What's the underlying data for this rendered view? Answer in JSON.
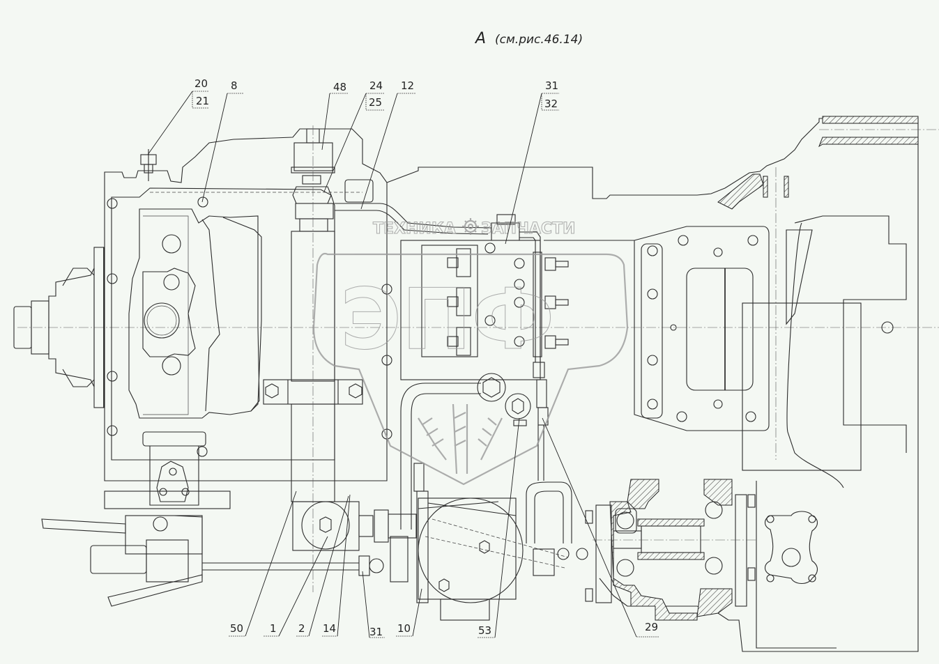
{
  "drawing": {
    "view_title": "А",
    "view_reference": "(см.рис.46.14)",
    "watermark": {
      "letters": "ЭПФ",
      "text_left": "ТЕХНИКА",
      "text_right": "ЗАПЧАСТИ",
      "icon": "gear-icon"
    },
    "callouts": [
      {
        "id": "c20",
        "number": "20"
      },
      {
        "id": "c21",
        "number": "21"
      },
      {
        "id": "c8",
        "number": "8"
      },
      {
        "id": "c48",
        "number": "48"
      },
      {
        "id": "c24",
        "number": "24"
      },
      {
        "id": "c25",
        "number": "25"
      },
      {
        "id": "c12",
        "number": "12"
      },
      {
        "id": "c31top",
        "number": "31"
      },
      {
        "id": "c32",
        "number": "32"
      },
      {
        "id": "c50",
        "number": "50"
      },
      {
        "id": "c1",
        "number": "1"
      },
      {
        "id": "c2",
        "number": "2"
      },
      {
        "id": "c14",
        "number": "14"
      },
      {
        "id": "c31bottom",
        "number": "31"
      },
      {
        "id": "c10",
        "number": "10"
      },
      {
        "id": "c53",
        "number": "53"
      },
      {
        "id": "c29",
        "number": "29"
      }
    ]
  }
}
